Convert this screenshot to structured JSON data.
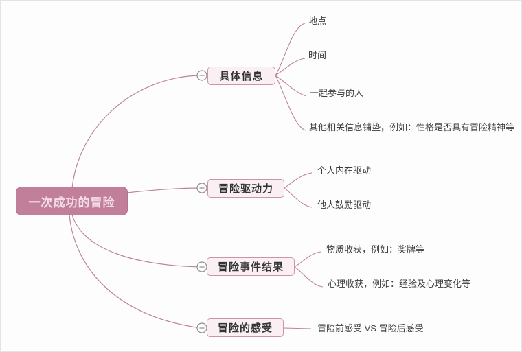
{
  "root": {
    "label": "一次成功的冒险"
  },
  "branches": [
    {
      "label": "具体信息",
      "children": [
        "地点",
        "时间",
        "一起参与的人",
        "其他相关信息铺垫，例如：性格是否具有冒险精神等"
      ]
    },
    {
      "label": "冒险驱动力",
      "children": [
        "个人内在驱动",
        "他人鼓励驱动"
      ]
    },
    {
      "label": "冒险事件结果",
      "children": [
        "物质收获，例如：奖牌等",
        "心理收获，例如：经验及心理变化等"
      ]
    },
    {
      "label": "冒险的感受",
      "children": [
        "冒险前感受 VS 冒险后感受"
      ]
    }
  ],
  "icons": {
    "collapse": "minus-circle"
  },
  "colors": {
    "background": "#fdfdfd",
    "root_fill": "#c17f99",
    "root_text": "#f3dde7",
    "branch_fill": "#faf0f4",
    "branch_border": "#cf93a8",
    "branch_text": "#333333",
    "leaf_text": "#3c3c3c",
    "connector_line": "#bd8398",
    "collapse_icon": "#8f8f8f"
  }
}
